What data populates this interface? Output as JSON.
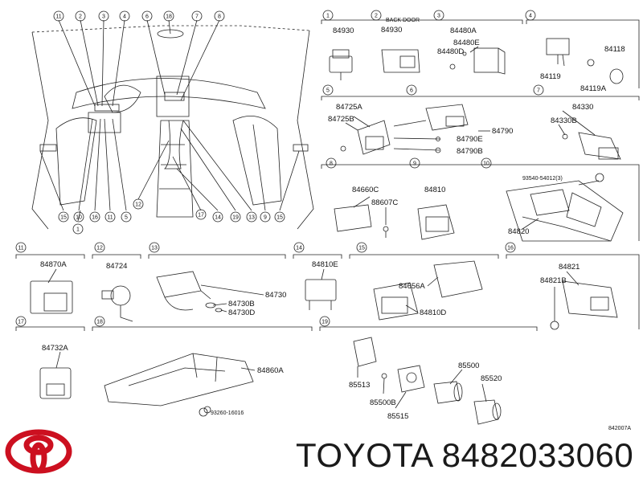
{
  "overview": {
    "callouts": [
      "11",
      "2",
      "3",
      "4",
      "6",
      "18",
      "7",
      "8",
      "15",
      "10",
      "16",
      "11",
      "5",
      "12",
      "17",
      "14",
      "19",
      "13",
      "9",
      "15",
      "1"
    ]
  },
  "sections": [
    {
      "num": "1",
      "parts": [
        "84930"
      ]
    },
    {
      "num": "2",
      "parts": [
        "BACK DOOR",
        "84930"
      ]
    },
    {
      "num": "3",
      "parts": [
        "84480A",
        "84480E",
        "84480D"
      ]
    },
    {
      "num": "4",
      "parts": [
        "84118",
        "84119",
        "84119A"
      ]
    },
    {
      "num": "5",
      "parts": [
        "84725A",
        "84725B"
      ]
    },
    {
      "num": "6",
      "parts": [
        "84790",
        "84790E",
        "84790B"
      ]
    },
    {
      "num": "7",
      "parts": [
        "84330",
        "84330B"
      ]
    },
    {
      "num": "8",
      "parts": [
        "84660C",
        "88607C"
      ]
    },
    {
      "num": "9",
      "parts": [
        "84810"
      ]
    },
    {
      "num": "10",
      "parts": [
        "93540-54012(3)",
        "84820"
      ]
    },
    {
      "num": "11",
      "parts": [
        "84870A"
      ]
    },
    {
      "num": "12",
      "parts": [
        "84724"
      ]
    },
    {
      "num": "13",
      "parts": [
        "84730",
        "84730B",
        "84730D"
      ]
    },
    {
      "num": "14",
      "parts": [
        "84810E"
      ]
    },
    {
      "num": "15",
      "parts": [
        "84656A",
        "84810D"
      ]
    },
    {
      "num": "16",
      "parts": [
        "84821",
        "84821B"
      ]
    },
    {
      "num": "17",
      "parts": [
        "84732A"
      ]
    },
    {
      "num": "18",
      "parts": [
        "84860A",
        "93260-16016"
      ]
    },
    {
      "num": "19",
      "parts": [
        "85513",
        "85500B",
        "85515",
        "85500",
        "85520"
      ]
    }
  ],
  "ref_code": "842007A",
  "brand": {
    "name": "TOYOTA",
    "part_number": "8482033060",
    "logo_color": "#cc1020"
  }
}
